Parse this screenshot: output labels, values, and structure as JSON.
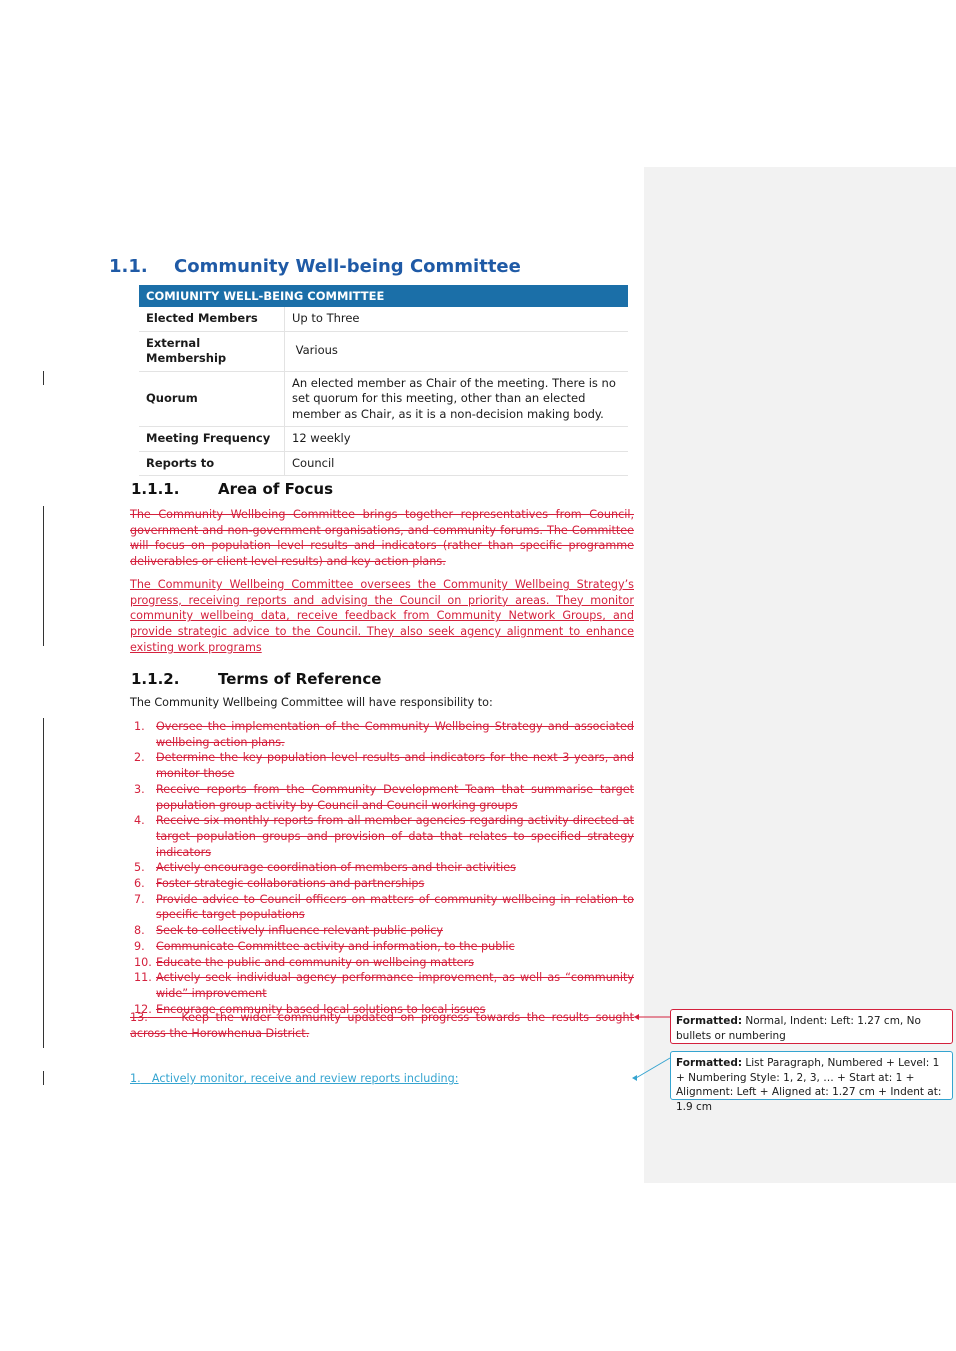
{
  "section": {
    "num": "1.1.",
    "title": "Community Well-being Committee"
  },
  "table": {
    "header": "COMIUNITY WELL-BEING COMMITTEE",
    "rows": [
      {
        "label": "Elected Members",
        "value": "Up to Three"
      },
      {
        "label": "External Membership",
        "value": " Various"
      },
      {
        "label": "Quorum",
        "value": "An elected member as Chair of the meeting.  There is no set quorum for this meeting, other than an elected member as Chair, as it is a non-decision making body."
      },
      {
        "label": "Meeting Frequency",
        "value": "12 weekly"
      },
      {
        "label": "Reports to",
        "value": "Council"
      }
    ]
  },
  "focus": {
    "num": "1.1.1.",
    "title": "Area of Focus",
    "deleted": "The Community Wellbeing Committee brings together representatives from Council, government and non-government organisations, and community forums. The Committee will focus on population level results and indicators (rather than specific programme deliverables or client level results) and key action plans.",
    "inserted": "The Community Wellbeing Committee oversees the Community Wellbeing Strategy’s progress, receiving reports and advising the Council on priority areas. They monitor community wellbeing data, receive feedback from Community Network Groups, and provide strategic advice to the Council. They also seek agency alignment to enhance existing work programs"
  },
  "terms": {
    "num": "1.1.2.",
    "title": "Terms of Reference",
    "intro": "The Community Wellbeing Committee will have responsibility to:",
    "deleted_items": [
      {
        "n": "1.",
        "text": "Oversee the implementation of the Community Wellbeing Strategy and associated wellbeing action plans."
      },
      {
        "n": "2.",
        "text": "Determine the key population level results and indicators for the next 3 years, and monitor those"
      },
      {
        "n": "3.",
        "text": "Receive reports from the Community Development Team that summarise target population group activity by Council and Council working groups"
      },
      {
        "n": "4.",
        "text": "Receive six monthly reports from all member agencies regarding activity directed at target population groups and provision of data that relates to specified strategy indicators"
      },
      {
        "n": "5.",
        "text": "Actively encourage coordination of members and their activities"
      },
      {
        "n": "6.",
        "text": "Foster strategic collaborations and partnerships"
      },
      {
        "n": "7.",
        "text": "Provide advice to Council officers on matters of community wellbeing in relation to specific target populations"
      },
      {
        "n": "8.",
        "text": "Seek to collectively influence relevant public policy"
      },
      {
        "n": "9.",
        "text": "Communicate Committee activity and information, to the public"
      },
      {
        "n": "10.",
        "text": "Educate the public and community on wellbeing matters"
      },
      {
        "n": "11.",
        "text": "Actively seek individual agency performance improvement, as well as “community wide” improvement"
      },
      {
        "n": "12.",
        "text": "Encourage community based local solutions to local issues"
      }
    ],
    "item13_num": "13.",
    "item13_text": "Keep the wider community updated on progress towards the results sought across the Horowhenua District.",
    "new_item_num": "1.",
    "new_item_text": "Actively monitor, receive and review reports including:"
  },
  "comments": [
    {
      "label": "Formatted:",
      "text": " Normal, Indent: Left:  1.27 cm,  No bullets or numbering",
      "color": "#d4213d"
    },
    {
      "label": "Formatted:",
      "text": " List Paragraph, Numbered + Level: 1 + Numbering Style: 1, 2, 3, … + Start at: 1 + Alignment: Left + Aligned at:  1.27 cm + Indent at:  1.9 cm",
      "color": "#35a4d0"
    }
  ]
}
